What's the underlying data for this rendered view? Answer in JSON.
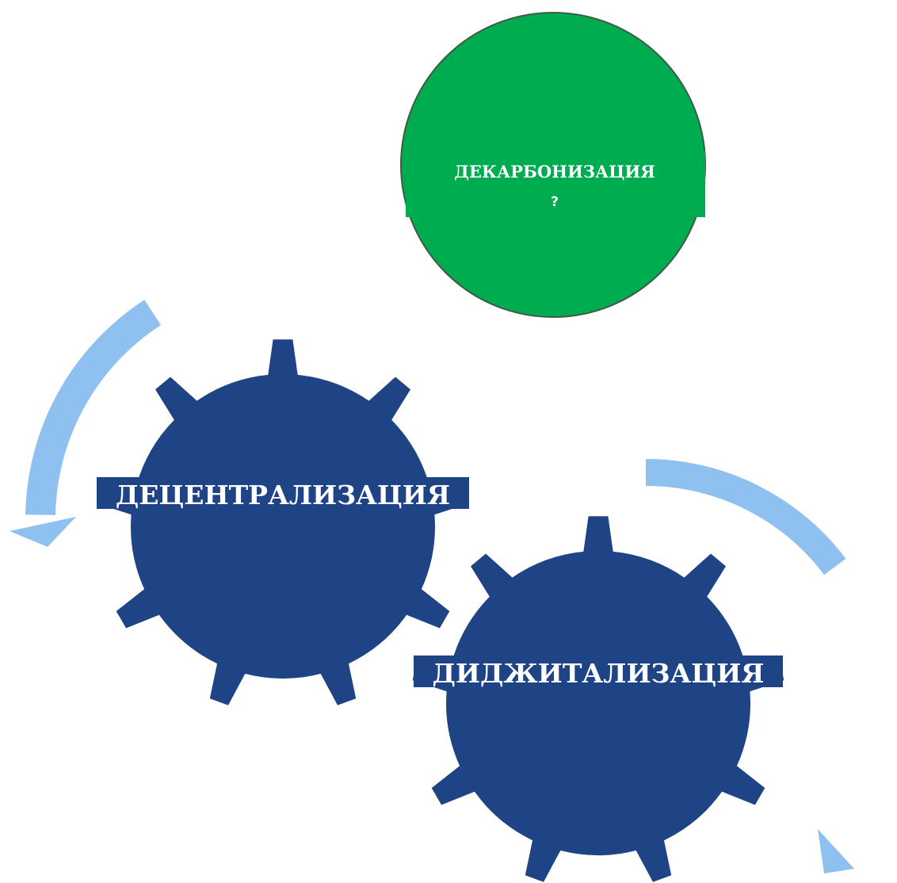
{
  "circle": {
    "label": "ДЕКАРБОНИЗАЦИЯ",
    "sublabel": "?"
  },
  "gears": [
    {
      "label": "ДЕЦЕНТРАЛИЗАЦИЯ"
    },
    {
      "label": "ДИДЖИТАЛИЗАЦИЯ"
    }
  ],
  "colors": {
    "gear": "#1f4485",
    "circle": "#00ac50",
    "circle_outline": "#3b5c44",
    "arrow": "#8ec0f0",
    "text": "#ffffff"
  }
}
